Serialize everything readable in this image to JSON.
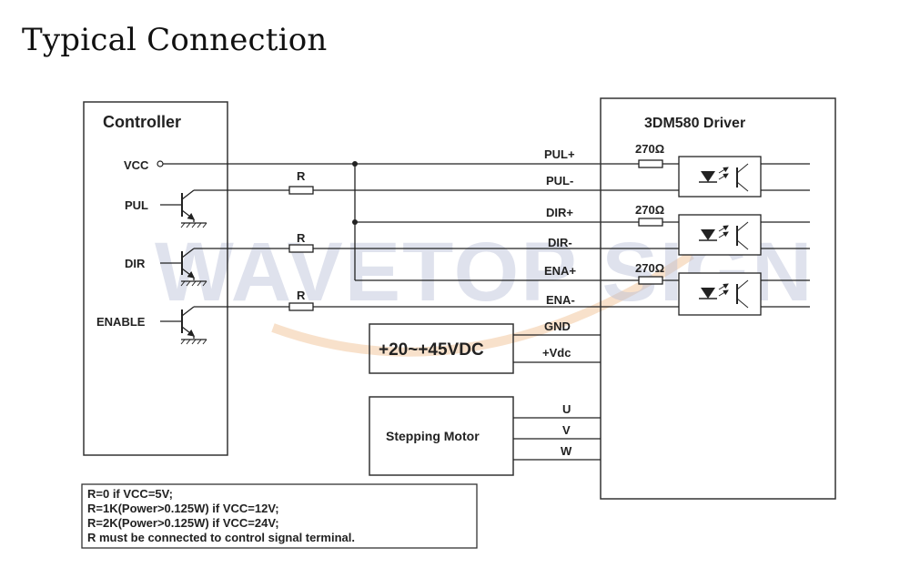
{
  "title": "Typical Connection",
  "watermark": "WAVETOP SIGN",
  "controller": {
    "title": "Controller",
    "vcc": "VCC",
    "pul": "PUL",
    "dir": "DIR",
    "enable": "ENABLE"
  },
  "resistor_label": "R",
  "driver": {
    "title": "3DM580 Driver",
    "resistor_value": "270Ω",
    "terminals": {
      "pul_plus": "PUL+",
      "pul_minus": "PUL-",
      "dir_plus": "DIR+",
      "dir_minus": "DIR-",
      "ena_plus": "ENA+",
      "ena_minus": "ENA-",
      "gnd": "GND",
      "vdc": "+Vdc",
      "u": "U",
      "v": "V",
      "w": "W"
    }
  },
  "power_supply": {
    "label": "+20~+45VDC"
  },
  "motor": {
    "label": "Stepping Motor"
  },
  "notes": [
    "R=0 if VCC=5V;",
    "R=1K(Power>0.125W) if VCC=12V;",
    "R=2K(Power>0.125W) if VCC=24V;",
    "R must be connected to control signal terminal."
  ]
}
